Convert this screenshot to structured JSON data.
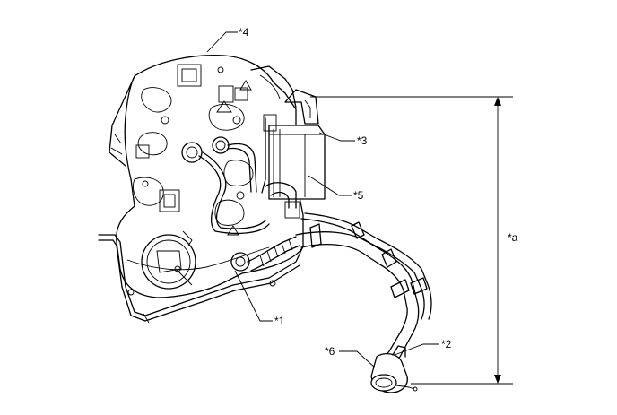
{
  "callouts": {
    "c1": "*1",
    "c2": "*2",
    "c3": "*3",
    "c4": "*4",
    "c5": "*5",
    "c6": "*6",
    "ca": "*a"
  }
}
